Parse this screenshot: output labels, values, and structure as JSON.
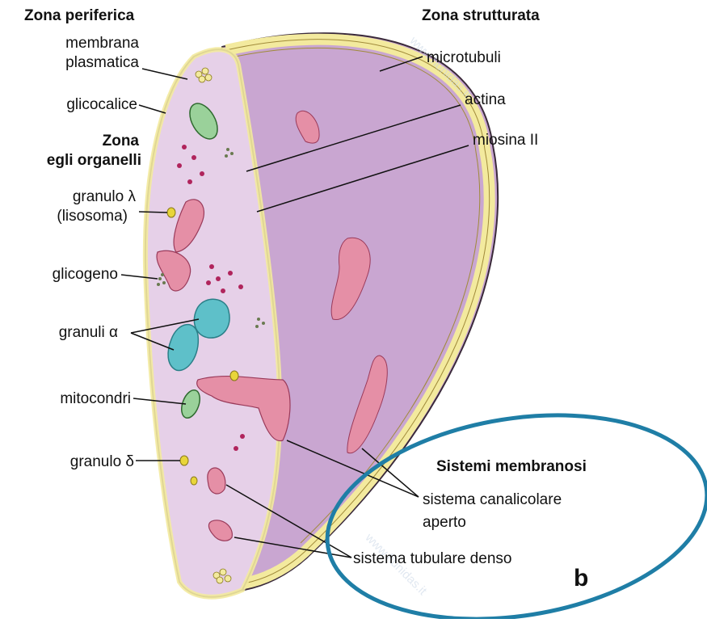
{
  "headers": {
    "peripheral": "Zona periferica",
    "structured": "Zona strutturata",
    "organelles_line1": "Zona",
    "organelles_line2": "egli organelli",
    "membranes": "Sistemi membranosi"
  },
  "labels": {
    "membrana_1": "membrana",
    "membrana_2": "plasmatica",
    "glicocalice": "glicocalice",
    "granulo_lambda_1": "granulo λ",
    "granulo_lambda_2": "(lisosoma)",
    "glicogeno": "glicogeno",
    "granuli_alpha": "granuli α",
    "mitocondri": "mitocondri",
    "granulo_delta": "granulo δ",
    "microtubuli": "microtubuli",
    "actina": "actina",
    "miosina": "miosina II",
    "canalicolare_1": "sistema canalicolare",
    "canalicolare_2": "aperto",
    "tubulare": "sistema tubulare denso"
  },
  "panel_letter": "b",
  "watermark": "www.hunidas.it",
  "colors": {
    "cytoplasm": "#c9a6d1",
    "cut_face": "#e6d0e8",
    "membrane_yellow": "#f3ea9e",
    "pink": "#e58fa6",
    "granule_red": "#b0245c",
    "alpha_cyan": "#5ec0c9",
    "highlight_ellipse": "#1f7ea6"
  }
}
